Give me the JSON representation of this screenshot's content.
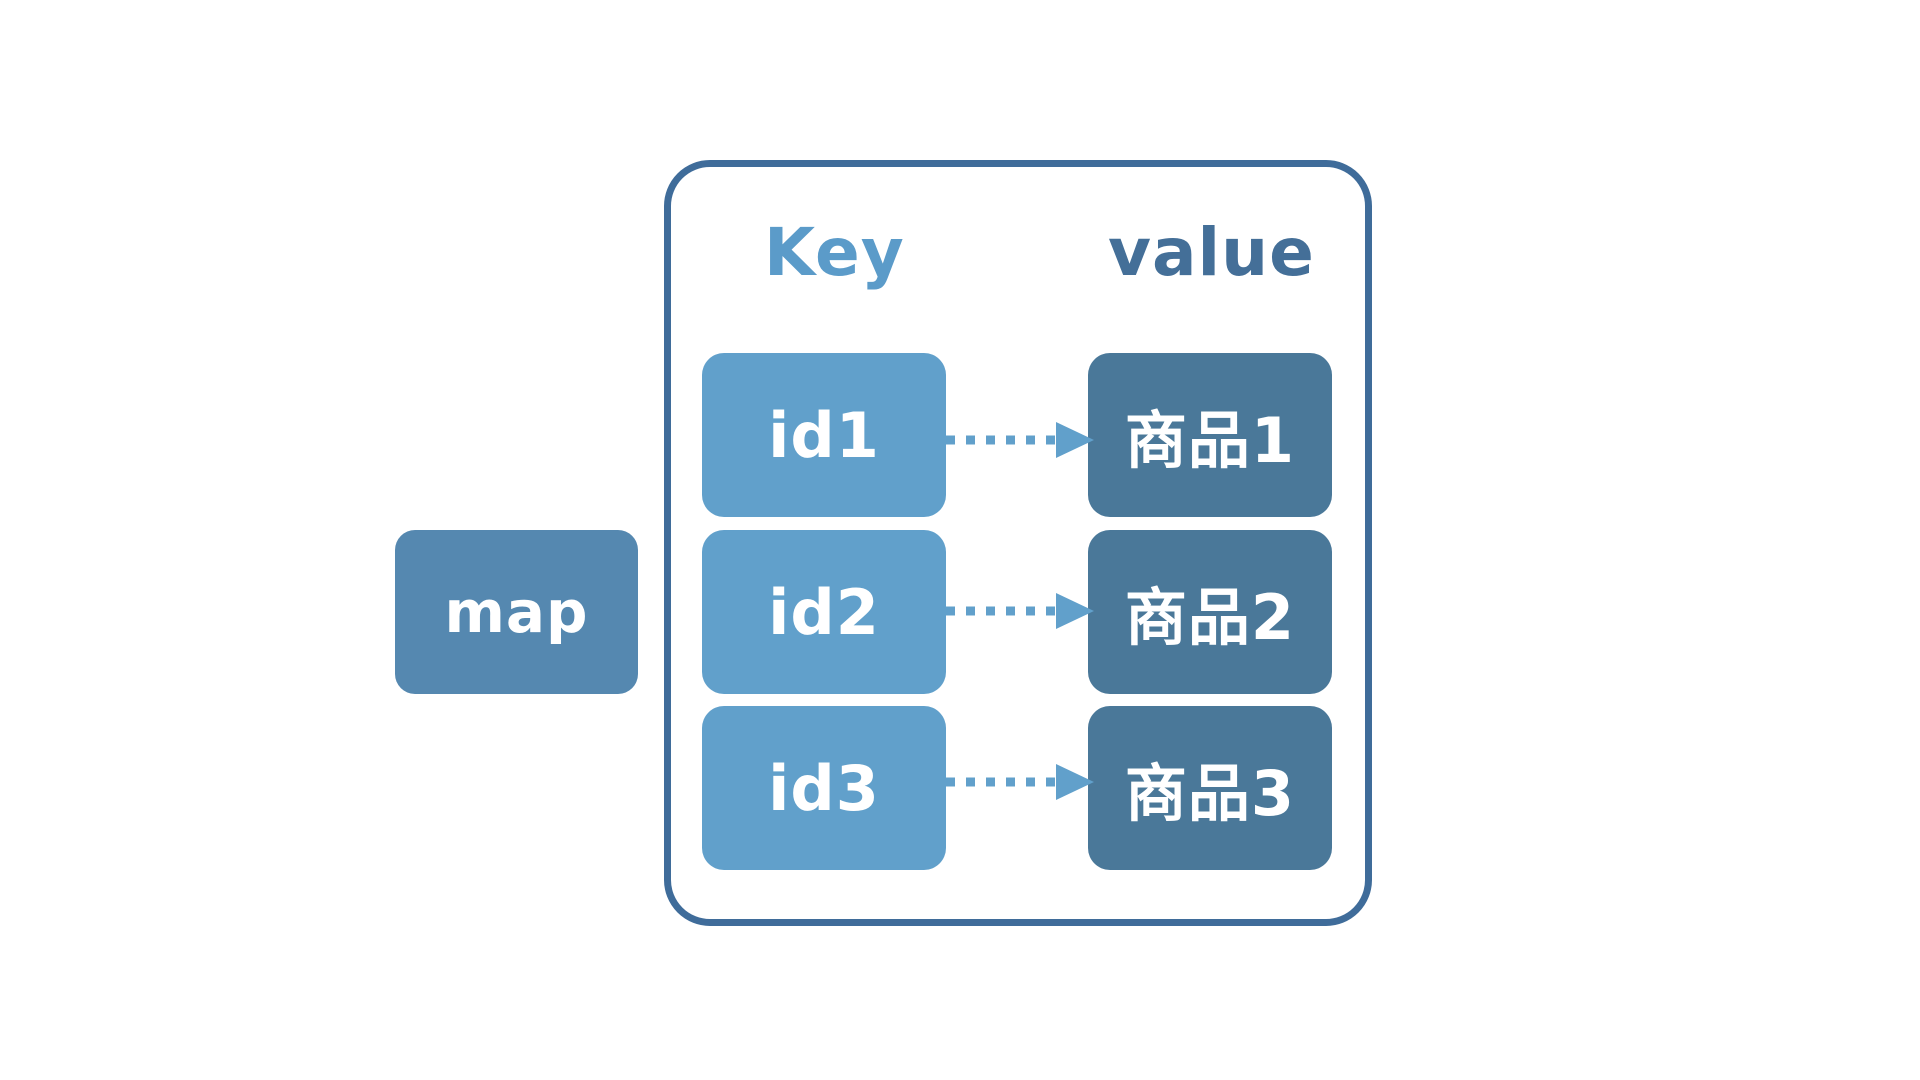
{
  "map": {
    "label": "map"
  },
  "headers": {
    "key": "Key",
    "value": "value"
  },
  "entries": [
    {
      "key": "id1",
      "value": "商品1"
    },
    {
      "key": "id2",
      "value": "商品2"
    },
    {
      "key": "id3",
      "value": "商品3"
    }
  ],
  "colors": {
    "map_box": "#5588b0",
    "container_border": "#3f6c9a",
    "key_box": "#61a0cb",
    "value_box": "#4a7899",
    "key_header": "#5b9bc9",
    "value_header": "#446f98",
    "arrow": "#61a0cb"
  }
}
